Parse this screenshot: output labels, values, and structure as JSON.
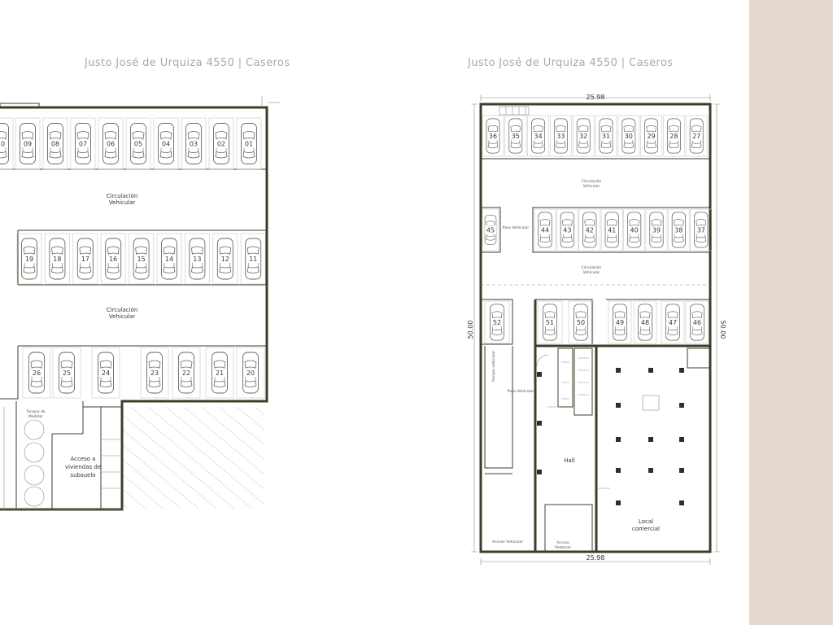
{
  "titles": {
    "left": "Justo José de Urquiza 4550  | Caseros",
    "right": "Justo José de Urquiza 4550  | Caseros"
  },
  "left_plan": {
    "row_top": [
      "09",
      "08",
      "07",
      "06",
      "05",
      "04",
      "03",
      "02",
      "01"
    ],
    "row_mid": [
      "19",
      "18",
      "17",
      "16",
      "15",
      "14",
      "13",
      "12",
      "11"
    ],
    "row_bot": [
      "26",
      "25",
      "24",
      "23",
      "22",
      "21",
      "20"
    ],
    "circ_top": [
      "Circulación",
      "Vehicular"
    ],
    "circ_bot": [
      "Circulación",
      "Vehicular"
    ],
    "access": [
      "Acceso a",
      "viviendas de",
      "subsuelo"
    ],
    "meters": [
      "Tanque de",
      "Medidor"
    ]
  },
  "right_plan": {
    "row_top": [
      "36",
      "35",
      "34",
      "33",
      "32",
      "31",
      "30",
      "29",
      "28",
      "27"
    ],
    "row_mid": [
      "44",
      "43",
      "42",
      "41",
      "40",
      "39",
      "38",
      "37"
    ],
    "spot_45": "45",
    "row_bot_left": [
      "52",
      "51",
      "50"
    ],
    "row_bot_right": [
      "49",
      "48",
      "47",
      "46"
    ],
    "dim_top": "25.98",
    "dim_bottom": "25.98",
    "dim_left": "50.00",
    "dim_right": "50.00",
    "circ_1": [
      "Circulación",
      "Vehicular"
    ],
    "circ_2": [
      "Circulación",
      "Vehicular"
    ],
    "paso_vehicular": "Paso Vehicular",
    "paso_vehicular_2": "Paso Vehicular",
    "rampa": "Rampa vehicular",
    "hall": "Hall",
    "local": [
      "Local",
      "comercial"
    ],
    "acceso_vehicular": "Acceso Vehicular",
    "acceso_peatonal": [
      "Acceso",
      "Peatonal"
    ]
  }
}
